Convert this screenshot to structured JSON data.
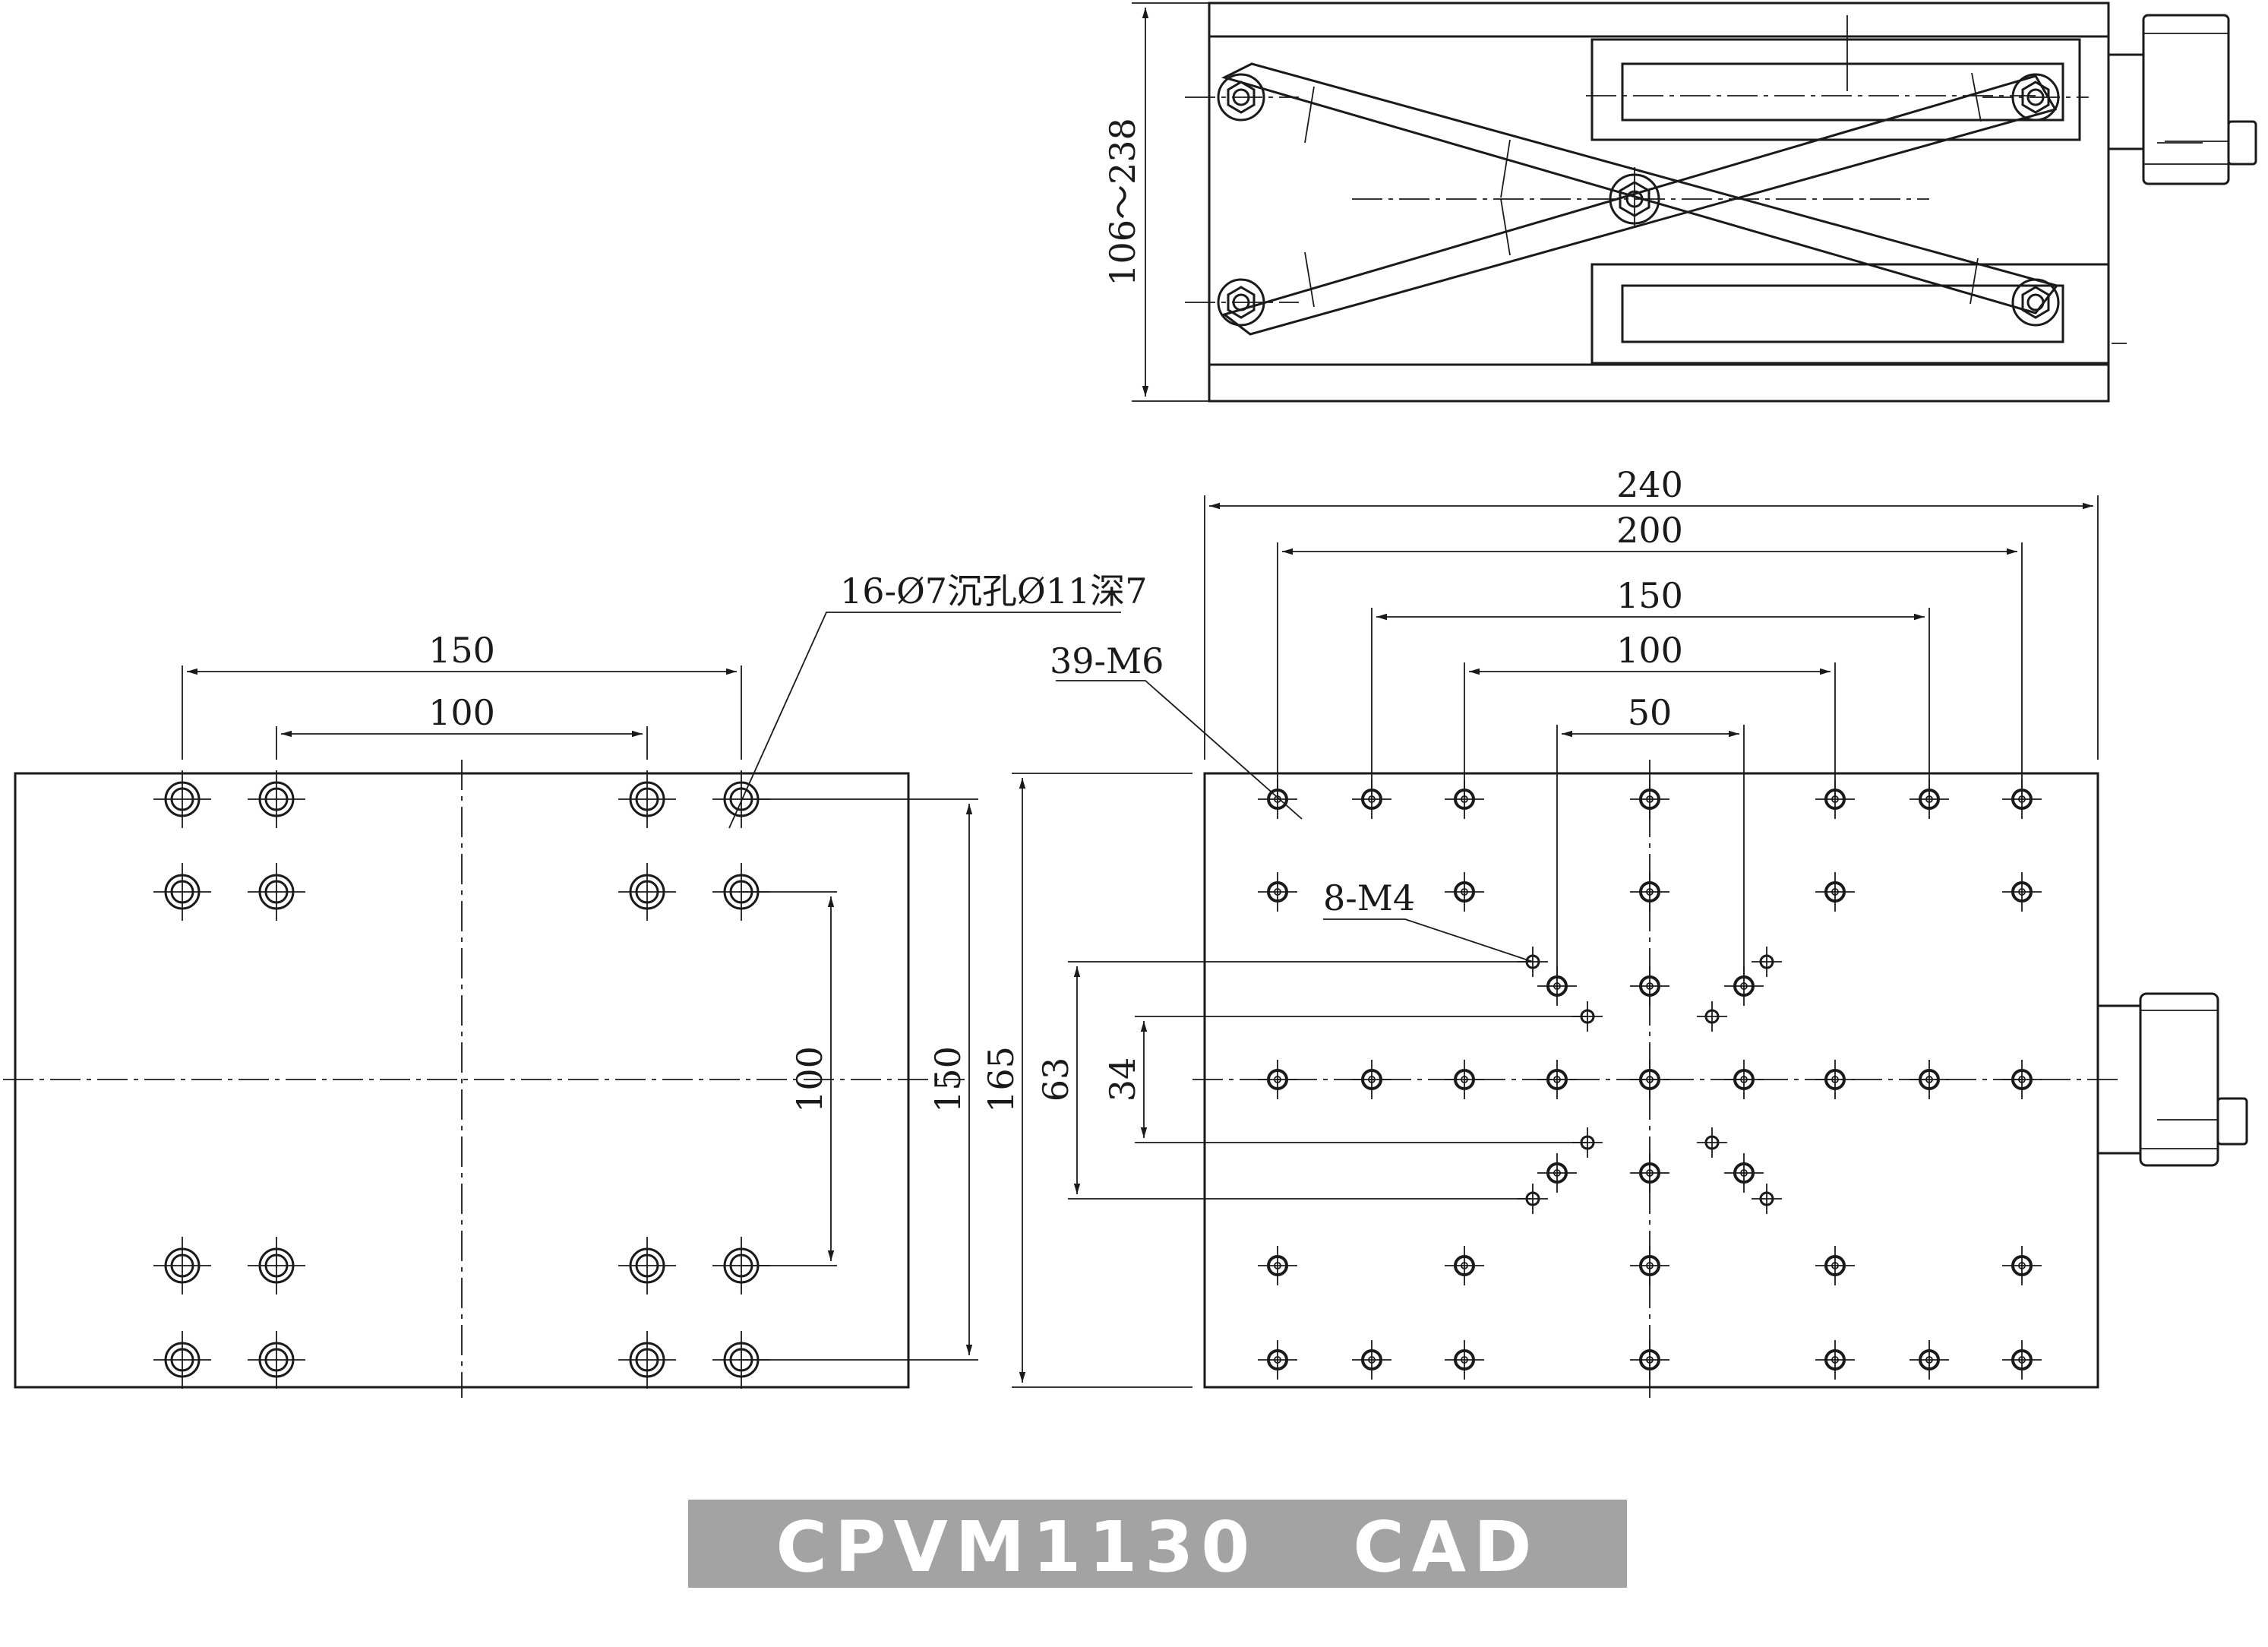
{
  "drawing": {
    "title": "CPVM1130   CAD",
    "banner_color": "#a3a3a3",
    "line_color": "#1a1a1a",
    "side_view": {
      "height_range": "106～238"
    },
    "bottom_plate": {
      "counterbore_note": "16-Ø7沉孔Ø11深7",
      "dim_top_outer": "150",
      "dim_top_inner": "100",
      "dim_right_inner": "100",
      "dim_right_outer": "150"
    },
    "top_plate": {
      "dim_240": "240",
      "dim_200": "200",
      "dim_150": "150",
      "dim_100": "100",
      "dim_50": "50",
      "m6_note": "39-M6",
      "m4_note": "8-M4",
      "dim_165": "165",
      "dim_63": "63",
      "dim_34": "34"
    }
  }
}
